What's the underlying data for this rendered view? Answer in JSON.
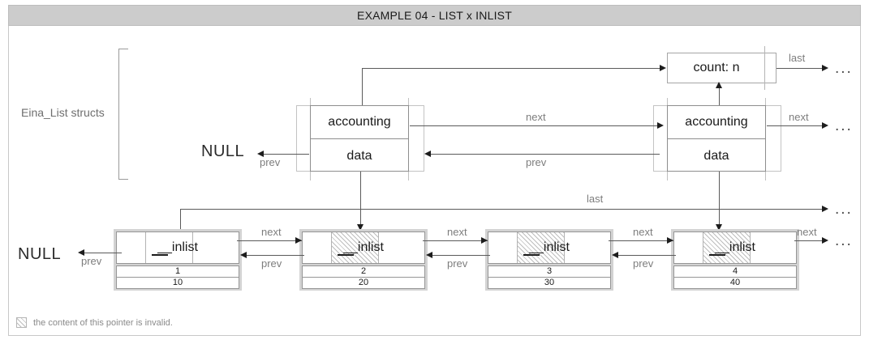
{
  "title": "EXAMPLE 04 - LIST x INLIST",
  "bracket_label": "Eina_List structs",
  "count_box": {
    "label": "count: n"
  },
  "list_structs": [
    {
      "accounting": "accounting",
      "data": "data"
    },
    {
      "accounting": "accounting",
      "data": "data"
    }
  ],
  "inlist_nodes": [
    {
      "field": "__inlist",
      "value_a": "1",
      "value_b": "10",
      "invalid": false
    },
    {
      "field": "__inlist",
      "value_a": "2",
      "value_b": "20",
      "invalid": true
    },
    {
      "field": "__inlist",
      "value_a": "3",
      "value_b": "30",
      "invalid": true
    },
    {
      "field": "__inlist",
      "value_a": "4",
      "value_b": "40",
      "invalid": true
    }
  ],
  "labels": {
    "null": "NULL",
    "prev": "prev",
    "next": "next",
    "last": "last",
    "ellipsis": "..."
  },
  "legend": {
    "text": "the content of this pointer is invalid.",
    "swatch_name": "hatched-square"
  },
  "colors": {
    "titlebar_bg": "#cccccc",
    "frame_border": "#c8c8c8",
    "node_shadow": "#d3d3d3",
    "label_gray": "#7d7d7d",
    "line": "#5a5a5a"
  }
}
